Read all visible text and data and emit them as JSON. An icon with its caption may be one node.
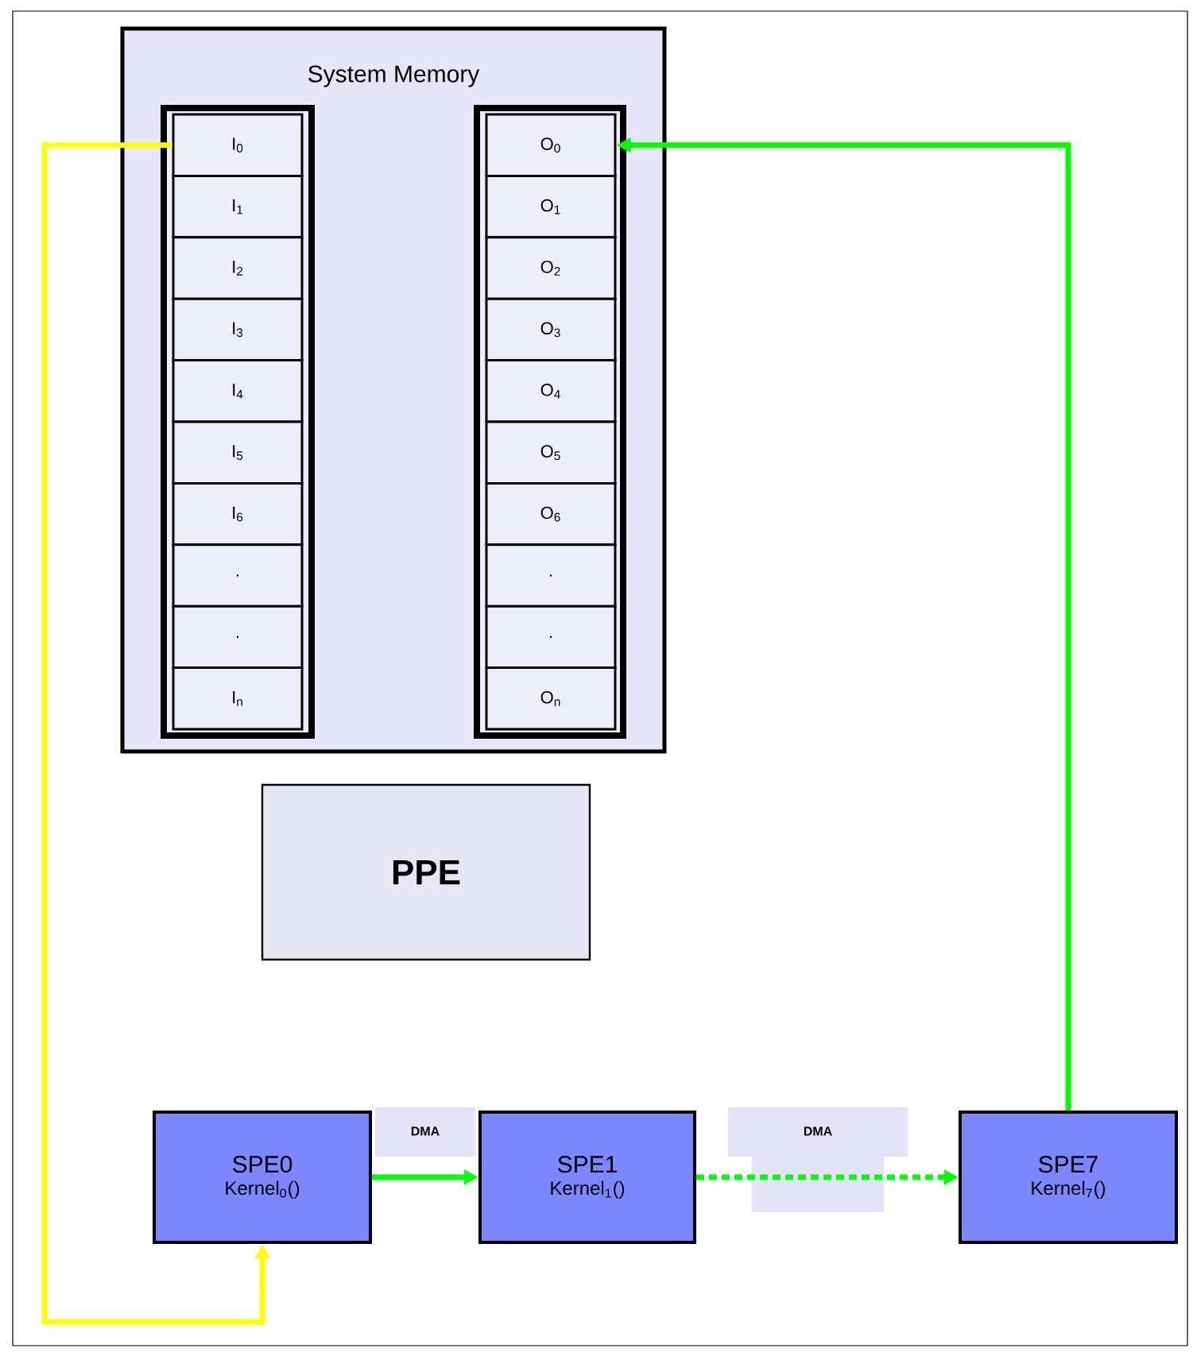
{
  "diagram": {
    "nodes": [
      {
        "text": [
          "System Memory"
        ]
      },
      {
        "text": [],
        "shape": "box",
        "in": 0
      },
      {
        "text": [
          "I$_{0}$"
        ],
        "in": 1
      },
      {
        "text": [
          "I$_{1}$"
        ],
        "in": 1
      },
      {
        "text": [
          "I$_{2}$"
        ],
        "in": 1
      },
      {
        "text": [
          "I$_{3}$"
        ],
        "in": 1
      },
      {
        "text": [
          "I$_{4}$"
        ],
        "in": 1
      },
      {
        "text": [
          "I$_{5}$"
        ],
        "in": 1
      },
      {
        "text": [
          "I$_{6}$"
        ],
        "in": 1
      },
      {
        "text": [
          "."
        ],
        "in": 1
      },
      {
        "text": [
          "."
        ],
        "in": 1
      },
      {
        "text": [
          "I$_{n}$"
        ],
        "in": 1
      },
      {
        "text": [],
        "shape": "box",
        "in": 0
      },
      {
        "text": [
          "O$_{0}$"
        ],
        "in": 12
      },
      {
        "text": [
          "O$_{1}$"
        ],
        "in": 12
      },
      {
        "text": [
          "O$_{2}$"
        ],
        "in": 12
      },
      {
        "text": [
          "O$_{3}$"
        ],
        "in": 12
      },
      {
        "text": [
          "O$_{4}$"
        ],
        "in": 12
      },
      {
        "text": [
          "O$_{5}$"
        ],
        "in": 12
      },
      {
        "text": [
          "O$_{6}$"
        ],
        "in": 12
      },
      {
        "text": [
          "."
        ],
        "in": 12
      },
      {
        "text": [
          "."
        ],
        "in": 12
      },
      {
        "text": [
          "O$_{n}$"
        ],
        "in": 12
      },
      {
        "text": [
          "PPE"
        ]
      },
      {
        "text": [
          "SPE0",
          "Kernel$_{0}$()"
        ]
      },
      {
        "text": [
          "DMA"
        ]
      },
      {
        "text": [
          "SPE1",
          "Kernel$_{1}$()"
        ]
      },
      {
        "text": [
          "DMA"
        ]
      },
      {
        "text": [
          "SPE7",
          "Kernel$_{7}$()"
        ]
      }
    ],
    "edges": [
      {
        "from": 2,
        "to": 24,
        "arrow": "to",
        "color": "#ffff00"
      },
      {
        "from": 24,
        "to": 26,
        "arrow": "to"
      },
      {
        "from": 26,
        "to": 28,
        "arrow": "to",
        "style": "dashed"
      },
      {
        "from": 28,
        "to": 13,
        "arrow": "to"
      }
    ]
  }
}
